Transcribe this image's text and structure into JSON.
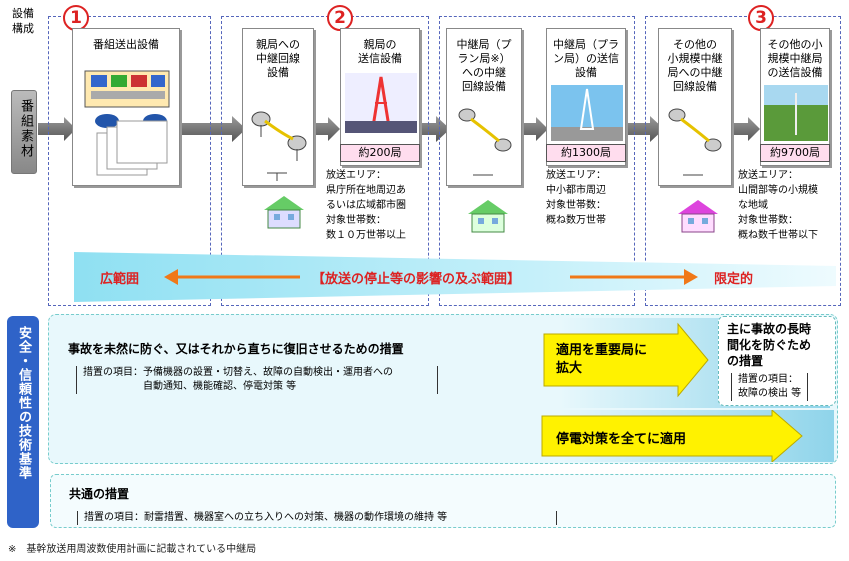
{
  "header": {
    "structure_label": "設備\n構成",
    "material_label": "番組素材"
  },
  "groups": [
    {
      "marker": "1"
    },
    {
      "marker": "2"
    },
    {
      "marker": "3"
    }
  ],
  "cards": [
    {
      "title": "番組送出設備"
    },
    {
      "title": "親局への\n中継回線\n設備"
    },
    {
      "title": "親局の\n送信設備",
      "count": "約200局"
    },
    {
      "title": "中継局（プ\nラン局※）\nへの中継\n回線設備"
    },
    {
      "title": "中継局（プラ\nン局）の送信\n設備",
      "count": "約1300局"
    },
    {
      "title": "その他の\n小規模中継\n局への中継\n回線設備"
    },
    {
      "title": "その他の小\n規模中継局\nの送信設備",
      "count": "約9700局"
    }
  ],
  "areas": [
    {
      "text": "放送エリア：\n県庁所在地周辺あ\nるいは広域都市圏\n対象世帯数：\n数１０万世帯以上"
    },
    {
      "text": "放送エリア：\n中小都市周辺\n対象世帯数：\n概ね数万世帯"
    },
    {
      "text": "放送エリア：\n山間部等の小規模\nな地域\n対象世帯数：\n概ね数千世帯以下"
    }
  ],
  "impact": {
    "left": "広範囲",
    "center": "【放送の停止等の影響の及ぶ範囲】",
    "right": "限定的"
  },
  "standards_label": "安全・信頼性の技術基準",
  "measures": {
    "prevent_title": "事故を未然に防ぐ、又はそれから直ちに復旧させるための措置",
    "prevent_items": "措置の項目：予備機器の設置・切替え、故障の自動検出・運用者への\n　　　　　　自動通知、機能確認、停電対策 等",
    "expand_arrow": "適用を重要局に\n拡大",
    "power_arrow": "停電対策を全てに適用",
    "shorten_title": "主に事故の長時\n間化を防ぐため\nの措置",
    "shorten_items": "措置の項目：\n故障の検出 等",
    "common_title": "共通の措置",
    "common_items": "措置の項目：耐雷措置、機器室への立ち入りへの対策、機器の動作環境の維持 等"
  },
  "footnote": "※　基幹放送用周波数使用計画に記載されている中継局",
  "colors": {
    "marker": "#dd2222",
    "impact_text": "#dd2222",
    "impact_arrow": "#f07818",
    "band": "#bdeef8",
    "label_blue": "#2f63c8",
    "yellow": "#fff200",
    "dash": "#5566bb"
  }
}
